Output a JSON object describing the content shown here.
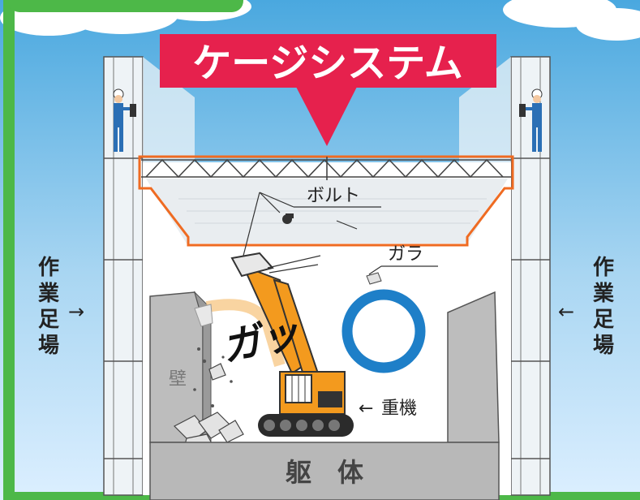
{
  "banner": {
    "title": "ケージシステム"
  },
  "labels": {
    "bolt": "ボルト",
    "debris": "ガラ",
    "wall": "壁",
    "machine": "重機",
    "onomatopoeia": "ガッ",
    "body": "躯　体",
    "scaffold_left": [
      "作",
      "業",
      "足",
      "場"
    ],
    "scaffold_right": [
      "作",
      "業",
      "足",
      "場"
    ],
    "arrow_left": "→",
    "arrow_right": "←",
    "machine_arrow": "←"
  },
  "colors": {
    "sky_top": "#4aa8df",
    "sky_bottom": "#cfe8f7",
    "banner": "#e6214d",
    "frame_orange": "#ef6b22",
    "circle_blue": "#1e7fc8",
    "excavator": "#f39a1e",
    "green_border": "#4db848",
    "ground": "#b8b8b8"
  },
  "icons": {
    "circle": "circle-mark-icon",
    "bolt": "bolt-icon",
    "worker": "worker-icon"
  }
}
